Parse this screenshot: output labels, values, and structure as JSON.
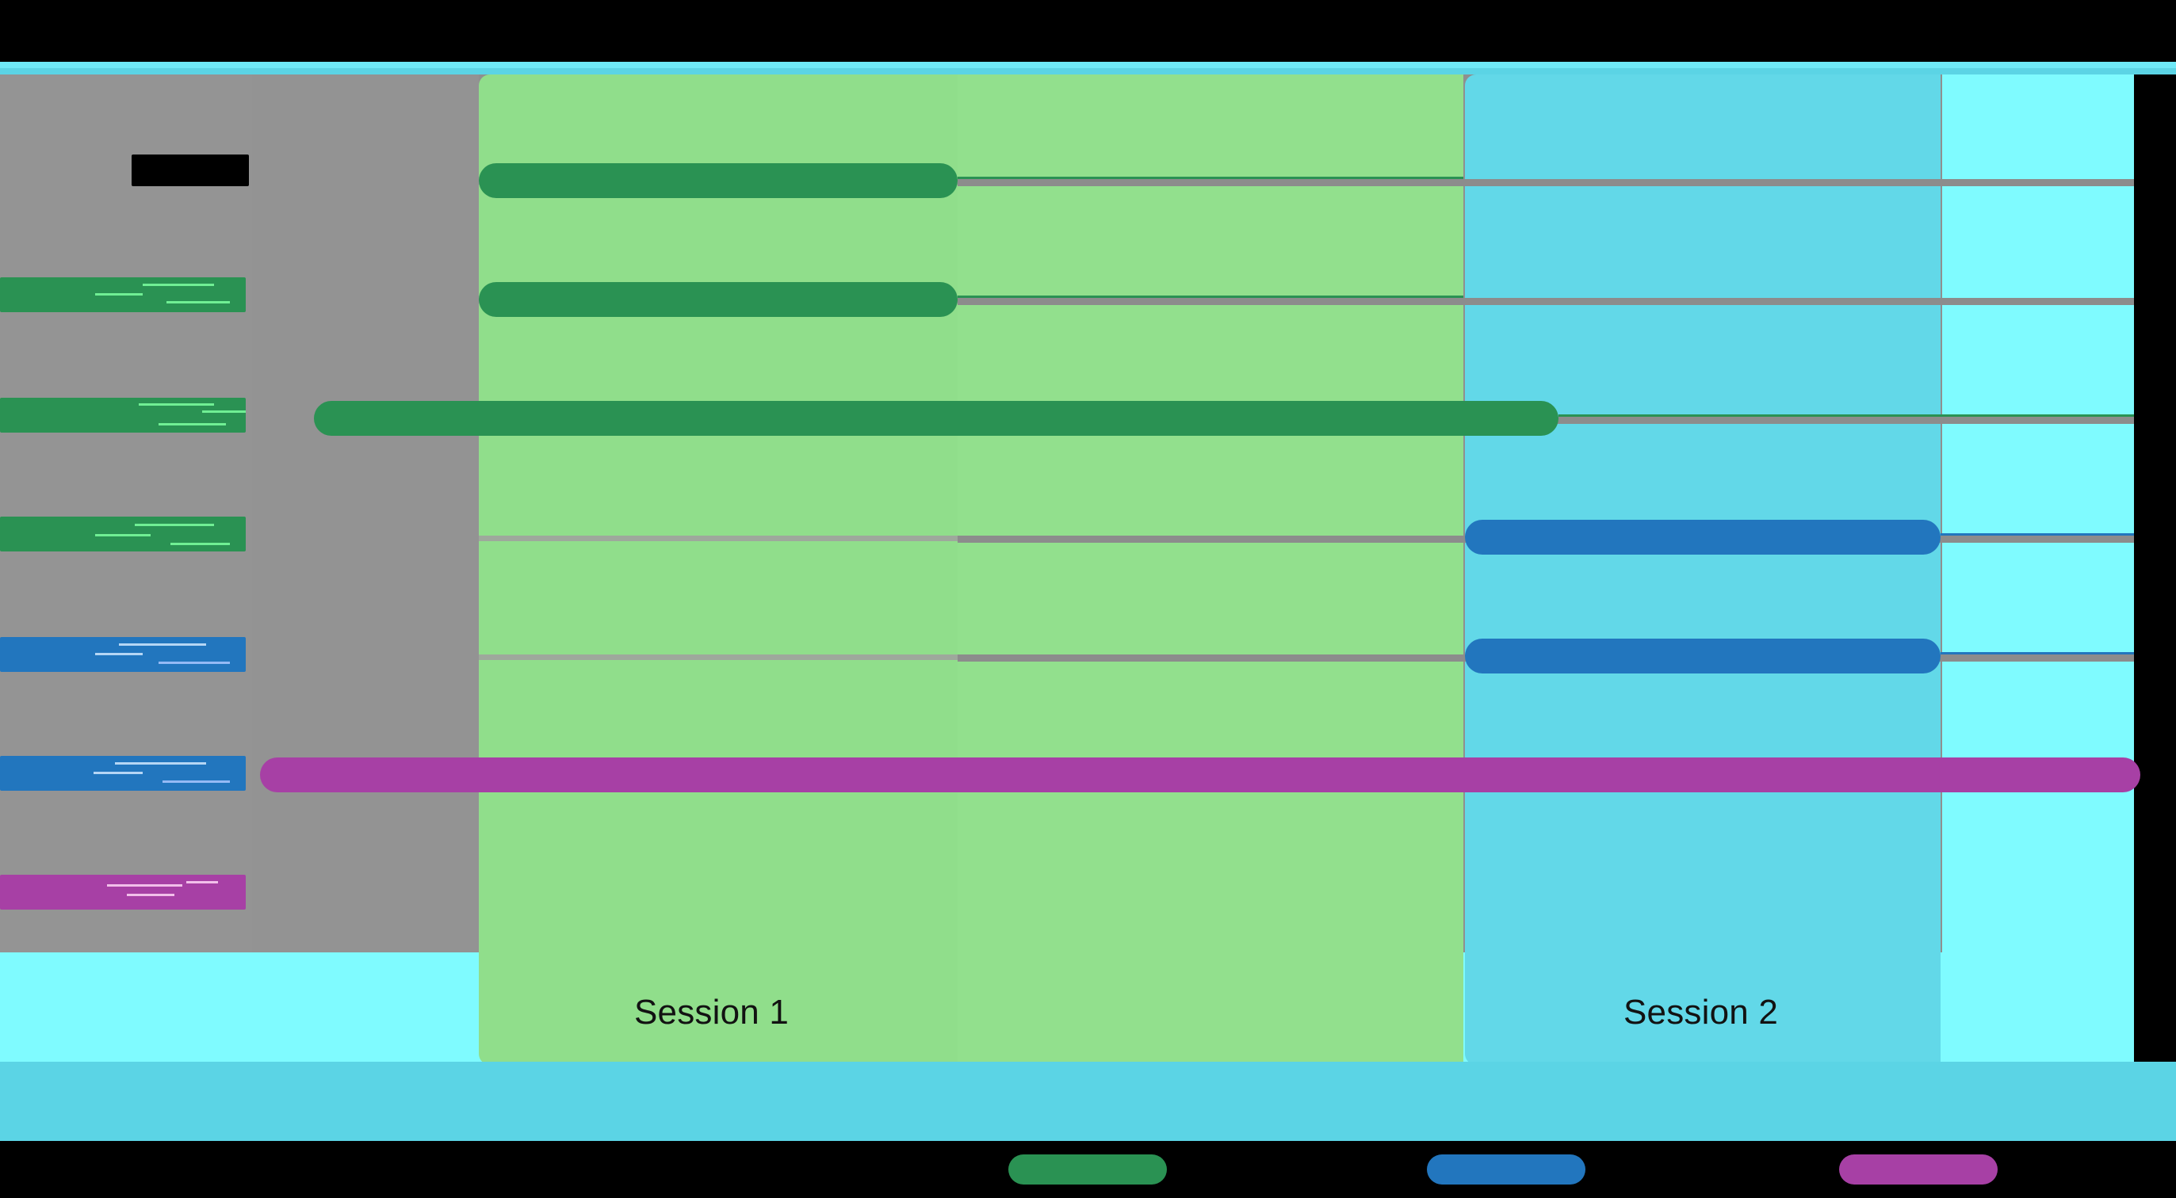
{
  "figure": {
    "type": "gantt-timeline",
    "title_redacted": true,
    "title_text": "",
    "background_color": "#939393",
    "frame_color": "#5BD4E5"
  },
  "sessions": [
    {
      "name": "session-1",
      "label": "Session 1",
      "color": "#90DE8B",
      "x_start": 604,
      "x_end": 1846
    },
    {
      "name": "session-2",
      "label": "Session 2",
      "color": "#62D8E8",
      "x_start": 1848,
      "x_end": 2448
    },
    {
      "name": "session-3",
      "label": "",
      "color": "#7FFBFF",
      "x_start": 2450,
      "x_end": 2692
    }
  ],
  "row_labels": [
    {
      "id": "row-1",
      "text": "",
      "redacted": true,
      "color": "#2A9253"
    },
    {
      "id": "row-2",
      "text": "",
      "redacted": true,
      "color": "#2A9253"
    },
    {
      "id": "row-3",
      "text": "",
      "redacted": true,
      "color": "#2A9253"
    },
    {
      "id": "row-4",
      "text": "",
      "redacted": true,
      "color": "#2276BE"
    },
    {
      "id": "row-5",
      "text": "",
      "redacted": true,
      "color": "#2276BE"
    },
    {
      "id": "row-6",
      "text": "",
      "redacted": true,
      "color": "#A740A5"
    }
  ],
  "legend": {
    "position": "bottom",
    "items": [
      {
        "id": "legend-green",
        "label": "",
        "redacted": true,
        "color": "#2A9253"
      },
      {
        "id": "legend-blue",
        "label": "",
        "redacted": true,
        "color": "#2276BE"
      },
      {
        "id": "legend-magenta",
        "label": "",
        "redacted": true,
        "color": "#A740A5"
      }
    ]
  },
  "chart_data": {
    "type": "bar",
    "title": "",
    "xlabel": "",
    "ylabel": "",
    "orientation": "horizontal",
    "categories": [
      "row-1",
      "row-2",
      "row-3",
      "row-4",
      "row-5",
      "row-6"
    ],
    "legend_position": "bottom",
    "grid": true,
    "xlim": [
      0,
      2692
    ],
    "annotations": [
      "Session 1",
      "Session 2"
    ],
    "series": [
      {
        "name": "green-track",
        "color": "#2A9253",
        "bars": [
          {
            "category": "row-1",
            "start": 604,
            "end": 1208,
            "tail_end": 1846
          },
          {
            "category": "row-2",
            "start": 604,
            "end": 1208,
            "tail_end": 1846
          },
          {
            "category": "row-3",
            "start": 396,
            "end": 1966,
            "tail_end": 2692
          }
        ]
      },
      {
        "name": "blue-track",
        "color": "#2276BE",
        "bars": [
          {
            "category": "row-4",
            "start": 1848,
            "end": 2448,
            "tail_end": 2692
          },
          {
            "category": "row-5",
            "start": 1848,
            "end": 2448,
            "tail_end": 2692
          }
        ]
      },
      {
        "name": "magenta-track",
        "color": "#A740A5",
        "bars": [
          {
            "category": "row-6",
            "start": 328,
            "end": 2700,
            "tail_end": 2700
          }
        ]
      }
    ],
    "gridline_rows": [
      "row-1",
      "row-2",
      "row-3",
      "row-4",
      "row-5"
    ]
  }
}
